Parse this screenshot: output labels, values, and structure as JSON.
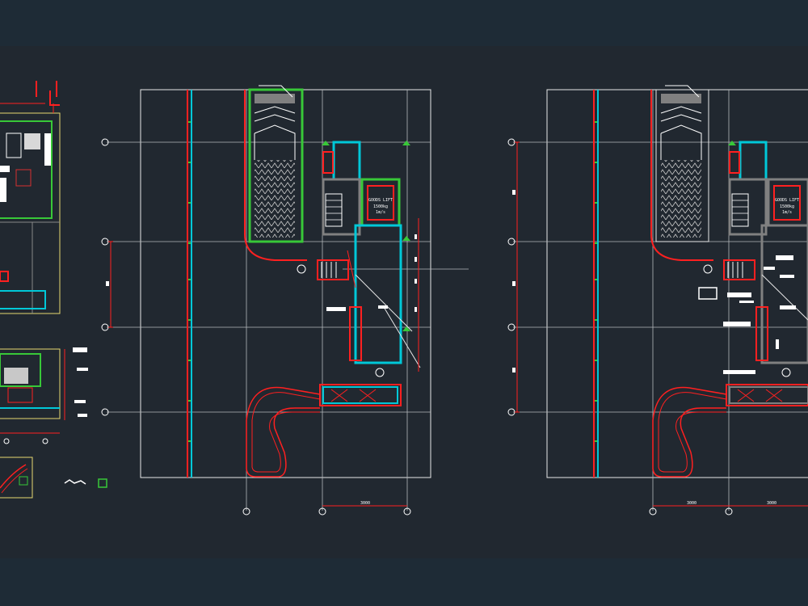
{
  "colors": {
    "background_outer": "#1e2b36",
    "background_model": "#212830",
    "grid": "#b4b8bc",
    "wall_red": "#ff2020",
    "cyan": "#00c8d8",
    "green": "#38c838",
    "white": "#ffffff"
  },
  "plan_left": {
    "lift_label": {
      "line1": "GOODS LIFT",
      "line2": "1500kg",
      "line3": "1m/s"
    },
    "dim_bottom": "3000"
  },
  "plan_right": {
    "lift_label": {
      "line1": "GOODS LIFT",
      "line2": "1500kg",
      "line3": "1m/s"
    },
    "dim_bottom_left": "3000",
    "dim_bottom_right": "3000"
  }
}
